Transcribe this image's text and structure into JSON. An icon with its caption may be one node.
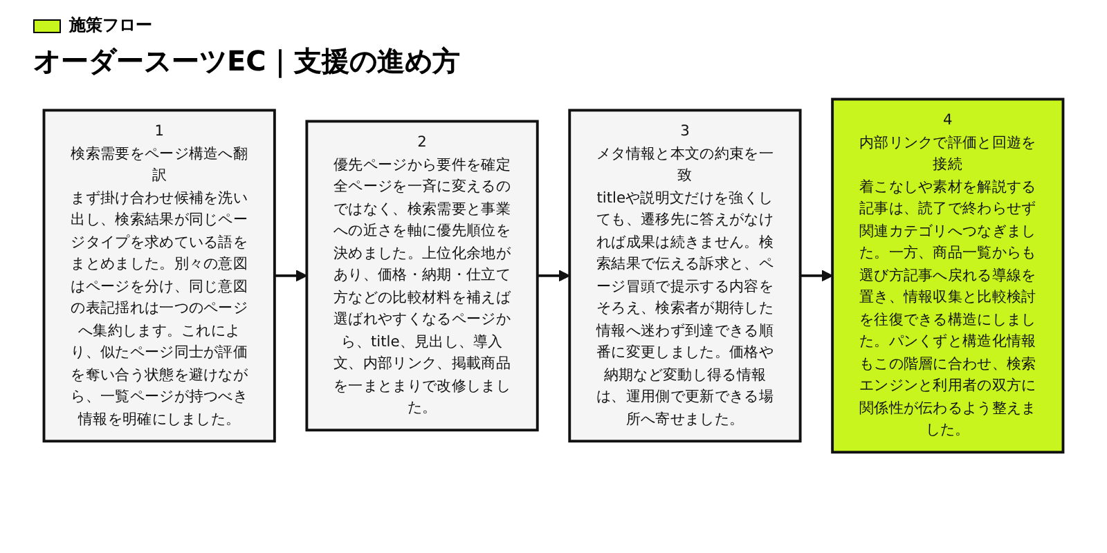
{
  "diagram": {
    "title": "オーダースーツEC｜支援の進め方",
    "nodes": [
      {
        "text": [
          "1",
          "検索需要をページ構造へ翻訳",
          "まず掛け合わせ候補を洗い出し、検索結果が同じページタイプを求めている語をまとめました。別々の意図はページを分け、同じ意図の表記揺れは一つのページへ集約します。これにより、似たページ同士が評価を奪い合う状態を避けながら、一覧ページが持つべき情報を明確にしました。"
        ]
      },
      {
        "text": [
          "2",
          "優先ページから要件を確定",
          "全ページを一斉に変えるのではなく、検索需要と事業への近さを軸に優先順位を決めました。上位化余地があり、価格・納期・仕立て方などの比較材料を補えば選ばれやすくなるページから、title、見出し、導入文、内部リンク、掲載商品を一まとまりで改修しました。"
        ]
      },
      {
        "text": [
          "3",
          "メタ情報と本文の約束を一致",
          "titleや説明文だけを強くしても、遷移先に答えがなければ成果は続きません。検索結果で伝える訴求と、ページ冒頭で提示する内容をそろえ、検索者が期待した情報へ迷わず到達できる順番に変更しました。価格や納期など変動し得る情報は、運用側で更新できる場所へ寄せました。"
        ]
      },
      {
        "text": [
          "4",
          "内部リンクで評価と回遊を接続",
          "着こなしや素材を解説する記事は、読了で終わらせず関連カテゴリへつなぎました。一方、商品一覧からも選び方記事へ戻れる導線を置き、情報収集と比較検討を往復できる構造にしました。パンくずと構造化情報もこの階層に合わせ、検索エンジンと利用者の双方に関係性が伝わるよう整えました。"
        ]
      }
    ],
    "edges": [
      {
        "from": 0,
        "to": 1,
        "arrow": "to"
      },
      {
        "from": 1,
        "to": 2,
        "arrow": "to"
      },
      {
        "from": 2,
        "to": 3,
        "arrow": "to"
      }
    ],
    "labels": [
      "施策フロー"
    ]
  }
}
